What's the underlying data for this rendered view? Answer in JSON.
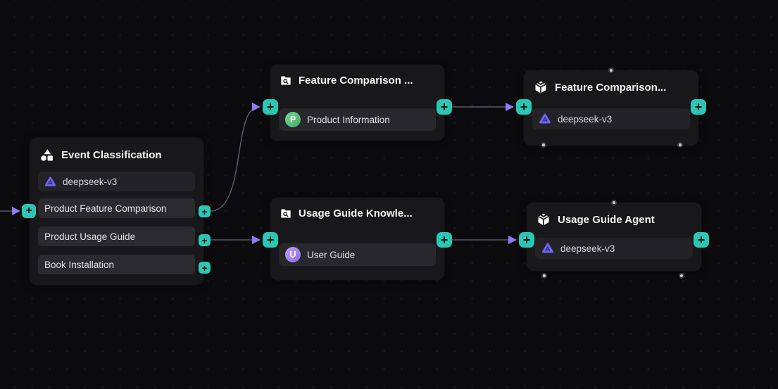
{
  "colors": {
    "canvas_bg": "#0b0b0d",
    "dot": "#1d1d21",
    "node_bg": "#18181b",
    "row_bg": "#2a2a2f",
    "model_row_bg": "#222227",
    "teal": "#2bc7b4",
    "edge": "#5a5666",
    "arrow": "#8b7cf6",
    "deepseek_logo": "#6c66ee",
    "deepseek_logo_dark": "#4a3fd8",
    "avatar_green": "#3fae68",
    "avatar_green_light": "#7ad694",
    "avatar_purple": "#8f6ae0",
    "avatar_purple_light": "#bda2f4"
  },
  "icons": {
    "plus": "+"
  },
  "nodes": {
    "event_classification": {
      "title": "Event Classification",
      "icon": "classifier-icon",
      "model": "deepseek-v3",
      "classes": [
        "Product Feature Comparison",
        "Product Usage Guide",
        "Book Installation"
      ]
    },
    "feature_comparison_knowledge": {
      "title": "Feature Comparison ...",
      "icon": "knowledge-retrieval-icon",
      "dataset": "Product Information",
      "dataset_initial": "P"
    },
    "feature_comparison_agent": {
      "title": "Feature Comparison...",
      "icon": "agent-box-icon",
      "model": "deepseek-v3"
    },
    "usage_guide_knowledge": {
      "title": "Usage Guide Knowle...",
      "icon": "knowledge-retrieval-icon",
      "dataset": "User Guide",
      "dataset_initial": "U"
    },
    "usage_guide_agent": {
      "title": "Usage Guide Agent",
      "icon": "agent-box-icon",
      "model": "deepseek-v3"
    }
  }
}
